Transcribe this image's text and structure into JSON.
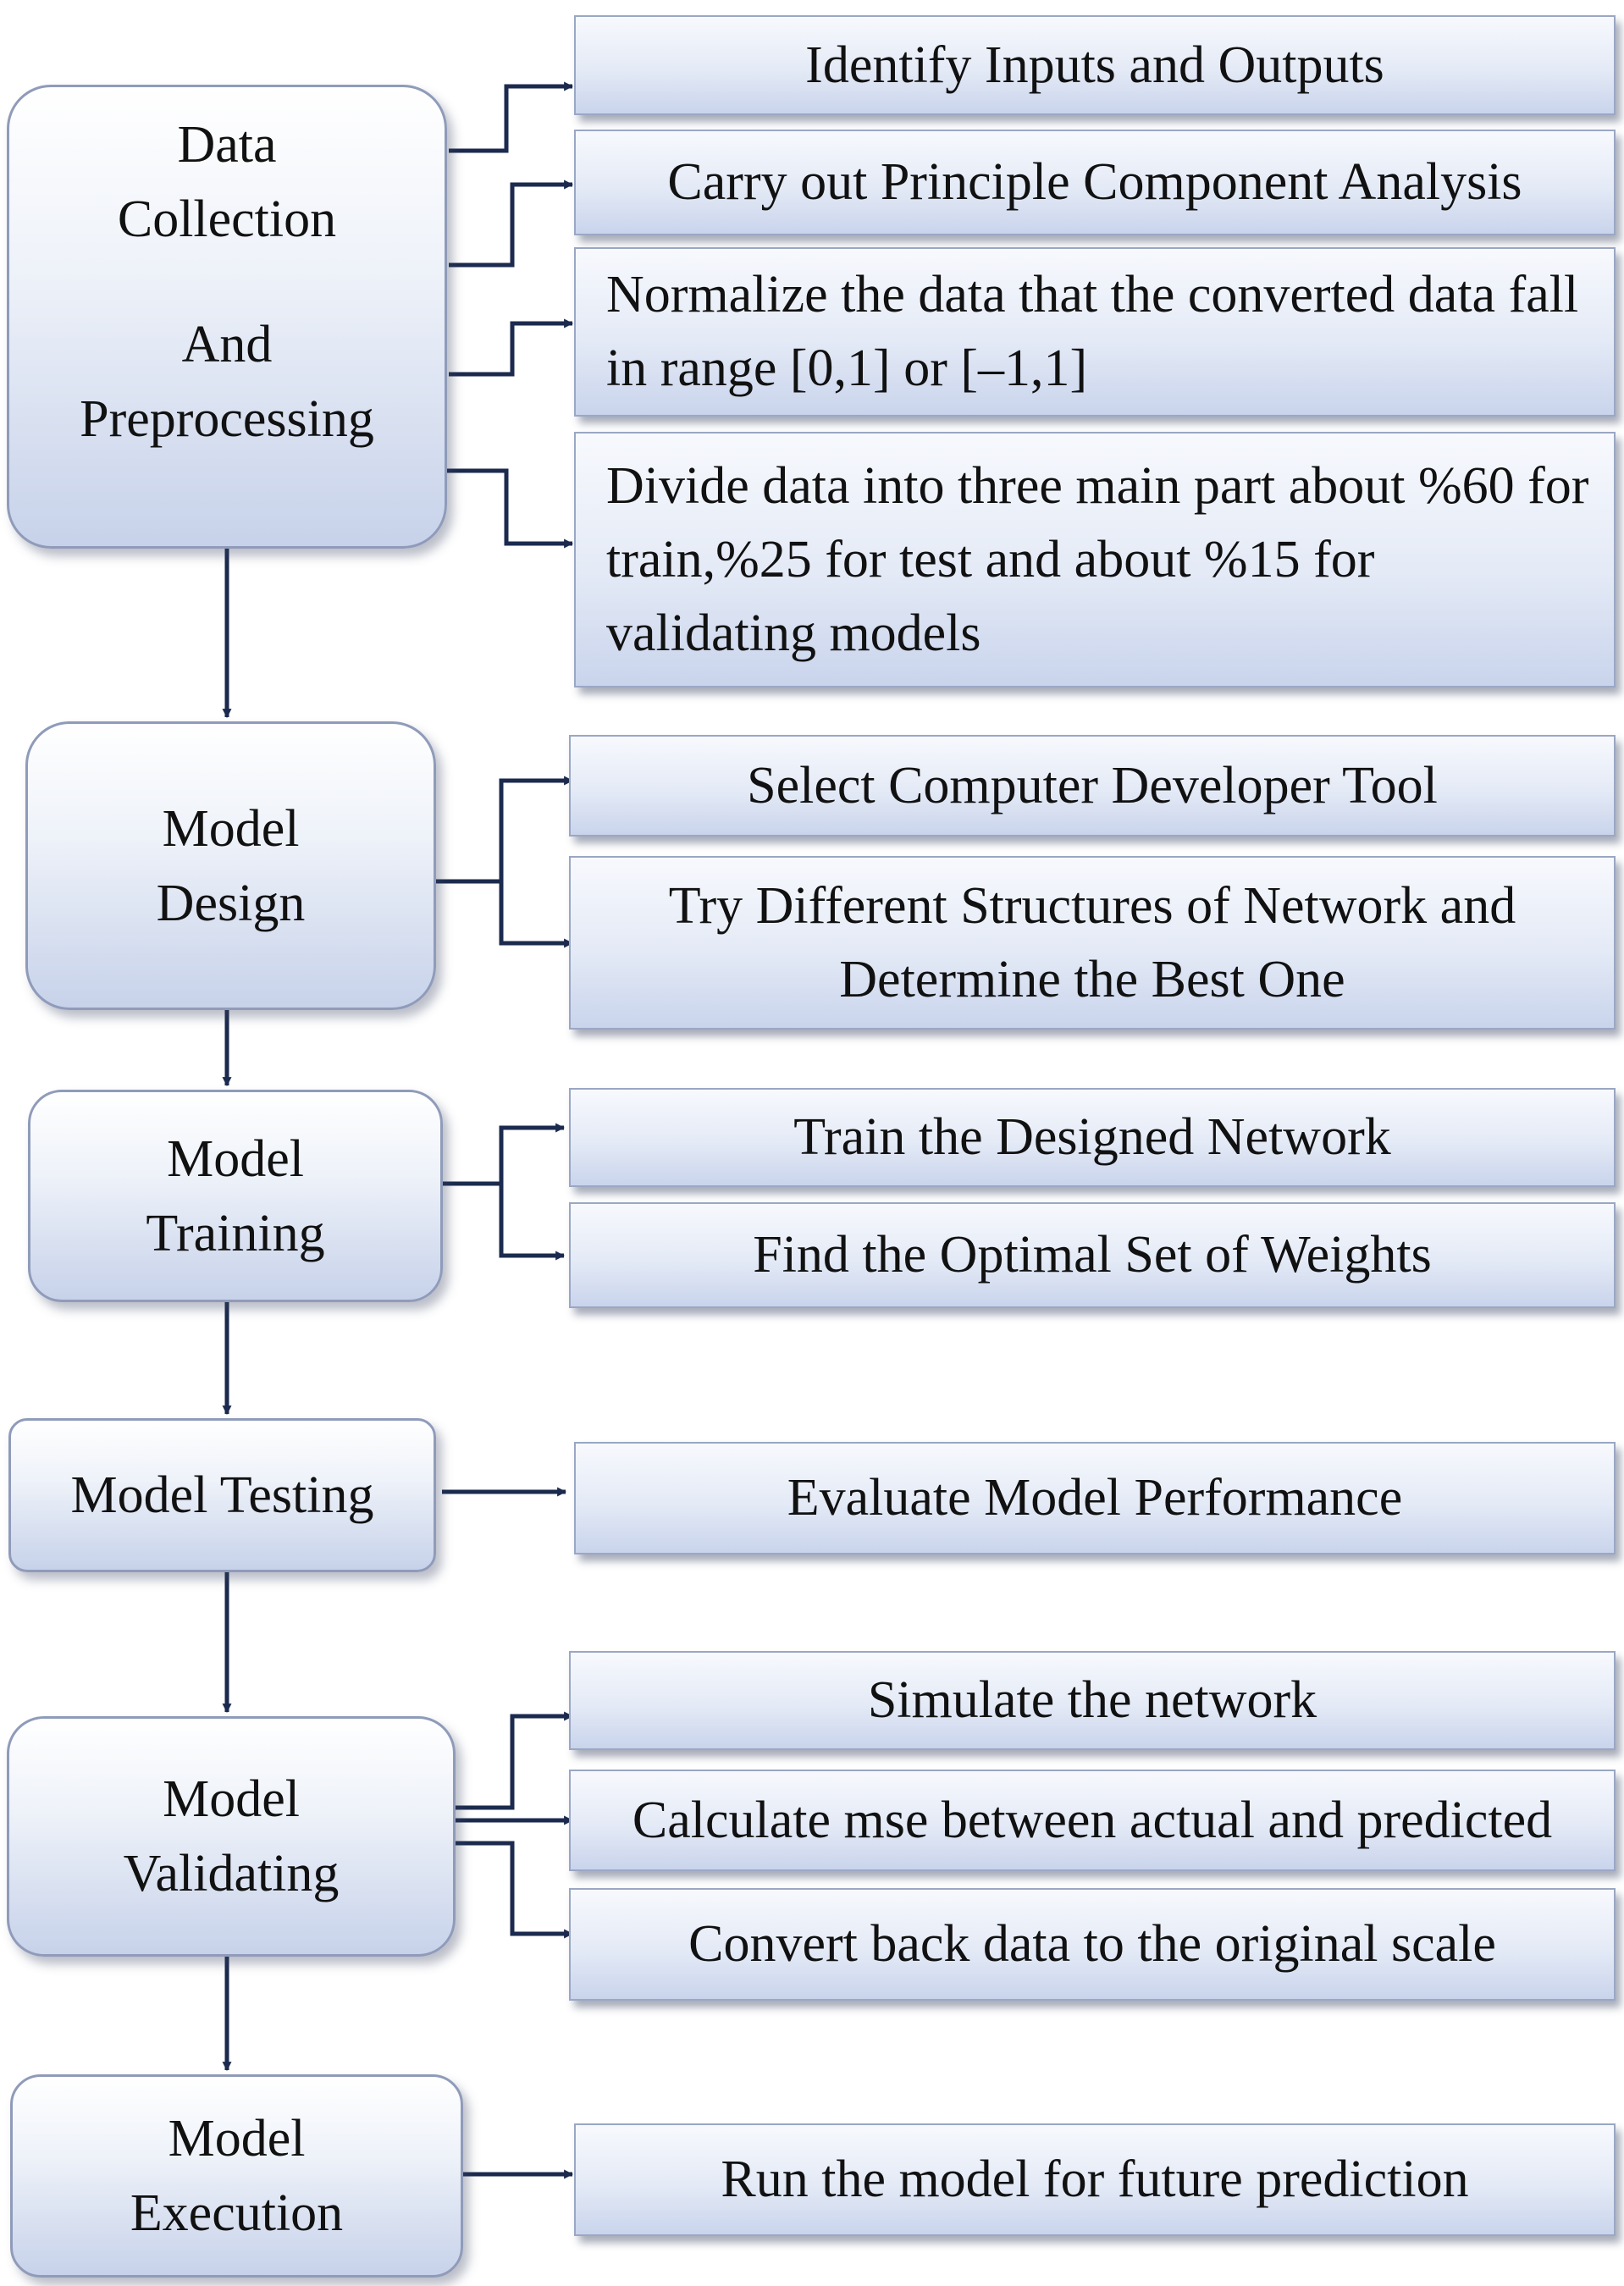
{
  "stages": [
    {
      "id": "data_collection",
      "lines": [
        "Data",
        "Collection",
        "And",
        "Preprocessing"
      ]
    },
    {
      "id": "model_design",
      "lines": [
        "Model",
        "Design"
      ]
    },
    {
      "id": "model_training",
      "lines": [
        "Model",
        "Training"
      ]
    },
    {
      "id": "model_testing",
      "lines": [
        "Model Testing"
      ]
    },
    {
      "id": "model_validating",
      "lines": [
        "Model",
        "Validating"
      ]
    },
    {
      "id": "model_execution",
      "lines": [
        "Model",
        "Execution"
      ]
    }
  ],
  "tasks": [
    {
      "stage": "data_collection",
      "text": "Identify Inputs and Outputs"
    },
    {
      "stage": "data_collection",
      "text": "Carry out Principle Component Analysis"
    },
    {
      "stage": "data_collection",
      "text": "Normalize the data that the converted data fall in range [0,1] or [–1,1]"
    },
    {
      "stage": "data_collection",
      "text": "Divide data into three main part about %60 for train,%25 for test and about %15 for validating models"
    },
    {
      "stage": "model_design",
      "text": "Select Computer Developer Tool"
    },
    {
      "stage": "model_design",
      "text": "Try Different Structures of Network and Determine the Best One"
    },
    {
      "stage": "model_training",
      "text": "Train the Designed Network"
    },
    {
      "stage": "model_training",
      "text": "Find the Optimal Set of Weights"
    },
    {
      "stage": "model_testing",
      "text": "Evaluate Model Performance"
    },
    {
      "stage": "model_validating",
      "text": "Simulate the network"
    },
    {
      "stage": "model_validating",
      "text": "Calculate mse between actual and predicted"
    },
    {
      "stage": "model_validating",
      "text": "Convert back data to the original scale"
    },
    {
      "stage": "model_execution",
      "text": "Run the model for future prediction"
    }
  ],
  "colors": {
    "connector": "#1b2a4e",
    "box_border": "#8f9bb9",
    "box_fill_bottom": "#c7d2ea"
  }
}
